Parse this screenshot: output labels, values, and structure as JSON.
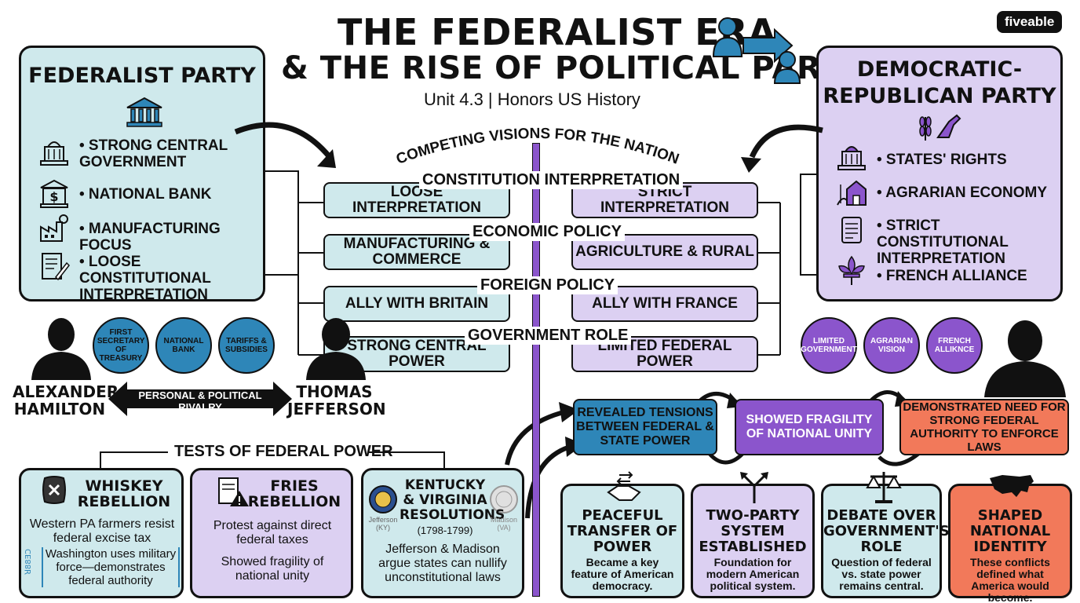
{
  "header": {
    "title_line1": "THE FEDERALIST ERA",
    "title_line2": "& THE RISE OF POLITICAL PARTIES",
    "subtitle": "Unit 4.3 | Honors US History",
    "logo": "fiveable"
  },
  "federalist": {
    "title": "FEDERALIST PARTY",
    "items": [
      {
        "text": "• STRONG CENTRAL GOVERNMENT",
        "icon": "capitol-icon"
      },
      {
        "text": "• NATIONAL BANK",
        "icon": "bank-icon"
      },
      {
        "text": "• MANUFACTURING FOCUS",
        "icon": "factory-icon"
      },
      {
        "text": "• LOOSE CONSTITUTIONAL INTERPRETATION",
        "icon": "document-pen-icon"
      }
    ]
  },
  "dem_rep": {
    "title_line1": "DEMOCRATIC-",
    "title_line2": "REPUBLICAN PARTY",
    "items": [
      {
        "text": "• STATES' RIGHTS",
        "icon": "capitol-icon"
      },
      {
        "text": "• AGRARIAN ECONOMY",
        "icon": "farm-icon"
      },
      {
        "text": "• STRICT CONSTITUTIONAL INTERPRETATION",
        "icon": "scroll-icon"
      },
      {
        "text": "• FRENCH ALLIANCE",
        "icon": "fleur-de-lis-icon"
      }
    ]
  },
  "comparison": {
    "heading": "COMPETING VISIONS FOR THE NATION",
    "rows": [
      {
        "category": "CONSTITUTION INTERPRETATION",
        "fed": "LOOSE INTERPRETATION",
        "dr": "STRICT INTERPRETATION"
      },
      {
        "category": "ECONOMIC POLICY",
        "fed": "MANUFACTURING & COMMERCE",
        "dr": "AGRICULTURE & RURAL"
      },
      {
        "category": "FOREIGN POLICY",
        "fed": "ALLY WITH BRITAIN",
        "dr": "ALLY WITH FRANCE"
      },
      {
        "category": "GOVERNMENT ROLE",
        "fed": "STRONG CENTRAL POWER",
        "dr": "LIMITED FEDERAL POWER"
      }
    ]
  },
  "people": {
    "hamilton": "ALEXANDER HAMILTON",
    "jefferson": "THOMAS JEFFERSON",
    "rivalry": "PERSONAL & POLITICAL RIVALRY",
    "hamilton_circles": [
      "FIRST SECRETARY OF TREASURY",
      "NATIONAL BANK",
      "TARIFFS & SUBSIDIES"
    ],
    "jefferson_circles": [
      "LIMITED GOVERNMENT",
      "AGRARIAN VISION",
      "FRENCH ALLIKNCE"
    ]
  },
  "tests": {
    "heading": "TESTS OF FEDERAL POWER",
    "whiskey": {
      "title": "WHISKEY REBELLION",
      "text1": "Western PA farmers resist federal excise tax",
      "text2": "Washington uses military force—demonstrates federal authority",
      "side": "ꓤ88ƎƆ"
    },
    "fries": {
      "title": "FRIES REBELLION",
      "text1": "Protest against direct federal taxes",
      "text2": "Showed fragility of national unity"
    },
    "kv": {
      "title": "KENTUCKY & VIRGINIA RESOLUTIONS",
      "dates": "(1798-1799)",
      "seal_left": "Jefferson (KY)",
      "seal_right": "Madison (VA)",
      "text": "Jefferson & Madison argue states can nullify unconstitutional laws"
    }
  },
  "flow": [
    {
      "text": "REVEALED TENSIONS BETWEEN FEDERAL & STATE POWER",
      "color": "#2e86b8"
    },
    {
      "text": "SHOWED FRAGILITY OF NATIONAL UNITY",
      "color": "#8b55cc"
    },
    {
      "text": "DEMONSTRATED NEED FOR STRONG FEDERAL AUTHORITY TO ENFORCE LAWS",
      "color": "#f2795a"
    }
  ],
  "legacy": [
    {
      "title": "PEACEFUL TRANSFER OF POWER",
      "text": "Became a key feature of American democracy.",
      "icon": "handshake-icon"
    },
    {
      "title": "TWO-PARTY SYSTEM ESTABLISHED",
      "text": "Foundation for modern American political system.",
      "icon": "split-arrow-icon"
    },
    {
      "title": "DEBATE OVER GOVERNMENT'S ROLE",
      "text": "Question of federal vs. state power remains central.",
      "icon": "scales-icon"
    },
    {
      "title": "SHAPED NATIONAL IDENTITY",
      "text": "These conflicts defined what America would become.",
      "icon": "usa-map-icon"
    }
  ],
  "colors": {
    "teal": "#cfe9ec",
    "lavender": "#dcd0f2",
    "blue": "#2e86b8",
    "purple": "#8b55cc",
    "orange": "#f2795a"
  }
}
